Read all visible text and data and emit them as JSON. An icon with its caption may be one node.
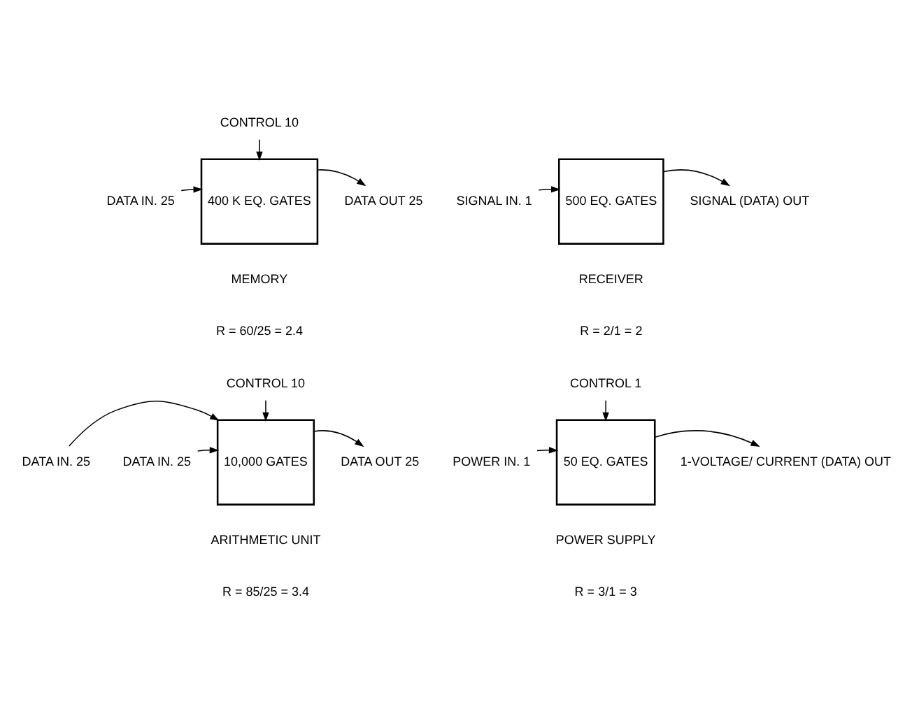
{
  "diagram": {
    "nodes": [
      {
        "text": [
          "CONTROL 10"
        ]
      },
      {
        "text": [
          "DATA IN. 25"
        ]
      },
      {
        "text": [
          "400 K EQ. GATES"
        ],
        "beside": [
          "MEMORY"
        ]
      },
      {
        "text": [
          "DATA OUT 25"
        ]
      },
      {
        "text": [
          "SIGNAL IN. 1"
        ]
      },
      {
        "text": [
          "500 EQ. GATES"
        ],
        "beside": [
          "RECEIVER"
        ]
      },
      {
        "text": [
          "SIGNAL (DATA) OUT"
        ]
      },
      {
        "text": [
          "CONTROL 10"
        ]
      },
      {
        "text": [
          "DATA IN. 25"
        ]
      },
      {
        "text": [
          "DATA IN. 25"
        ]
      },
      {
        "text": [
          "10,000 GATES"
        ],
        "beside": [
          "ARITHMETIC UNIT"
        ]
      },
      {
        "text": [
          "DATA OUT 25"
        ]
      },
      {
        "text": [
          "CONTROL 1"
        ]
      },
      {
        "text": [
          "POWER IN. 1"
        ]
      },
      {
        "text": [
          "50 EQ. GATES"
        ],
        "beside": [
          "POWER SUPPLY"
        ]
      },
      {
        "text": [
          "1-VOLTAGE/ CURRENT (DATA) OUT"
        ]
      }
    ],
    "edges": [
      {
        "from": 0,
        "to": 2,
        "arrow": "to"
      },
      {
        "from": 1,
        "to": 2,
        "arrow": "to"
      },
      {
        "from": 2,
        "to": 3,
        "arrow": "to"
      },
      {
        "from": 4,
        "to": 5,
        "arrow": "to"
      },
      {
        "from": 5,
        "to": 6,
        "arrow": "to"
      },
      {
        "from": 7,
        "to": 10,
        "arrow": "to"
      },
      {
        "from": 8,
        "to": 10,
        "arrow": "to"
      },
      {
        "from": 9,
        "to": 10,
        "arrow": "to"
      },
      {
        "from": 10,
        "to": 11,
        "arrow": "to"
      },
      {
        "from": 12,
        "to": 14,
        "arrow": "to"
      },
      {
        "from": 13,
        "to": 14,
        "arrow": "to"
      },
      {
        "from": 14,
        "to": 15,
        "arrow": "to"
      }
    ],
    "labels": [
      "R = 60/25 = 2.4",
      "R = 2/1 = 2",
      "R = 85/25 = 3.4",
      "R = 3/1 = 3"
    ]
  }
}
